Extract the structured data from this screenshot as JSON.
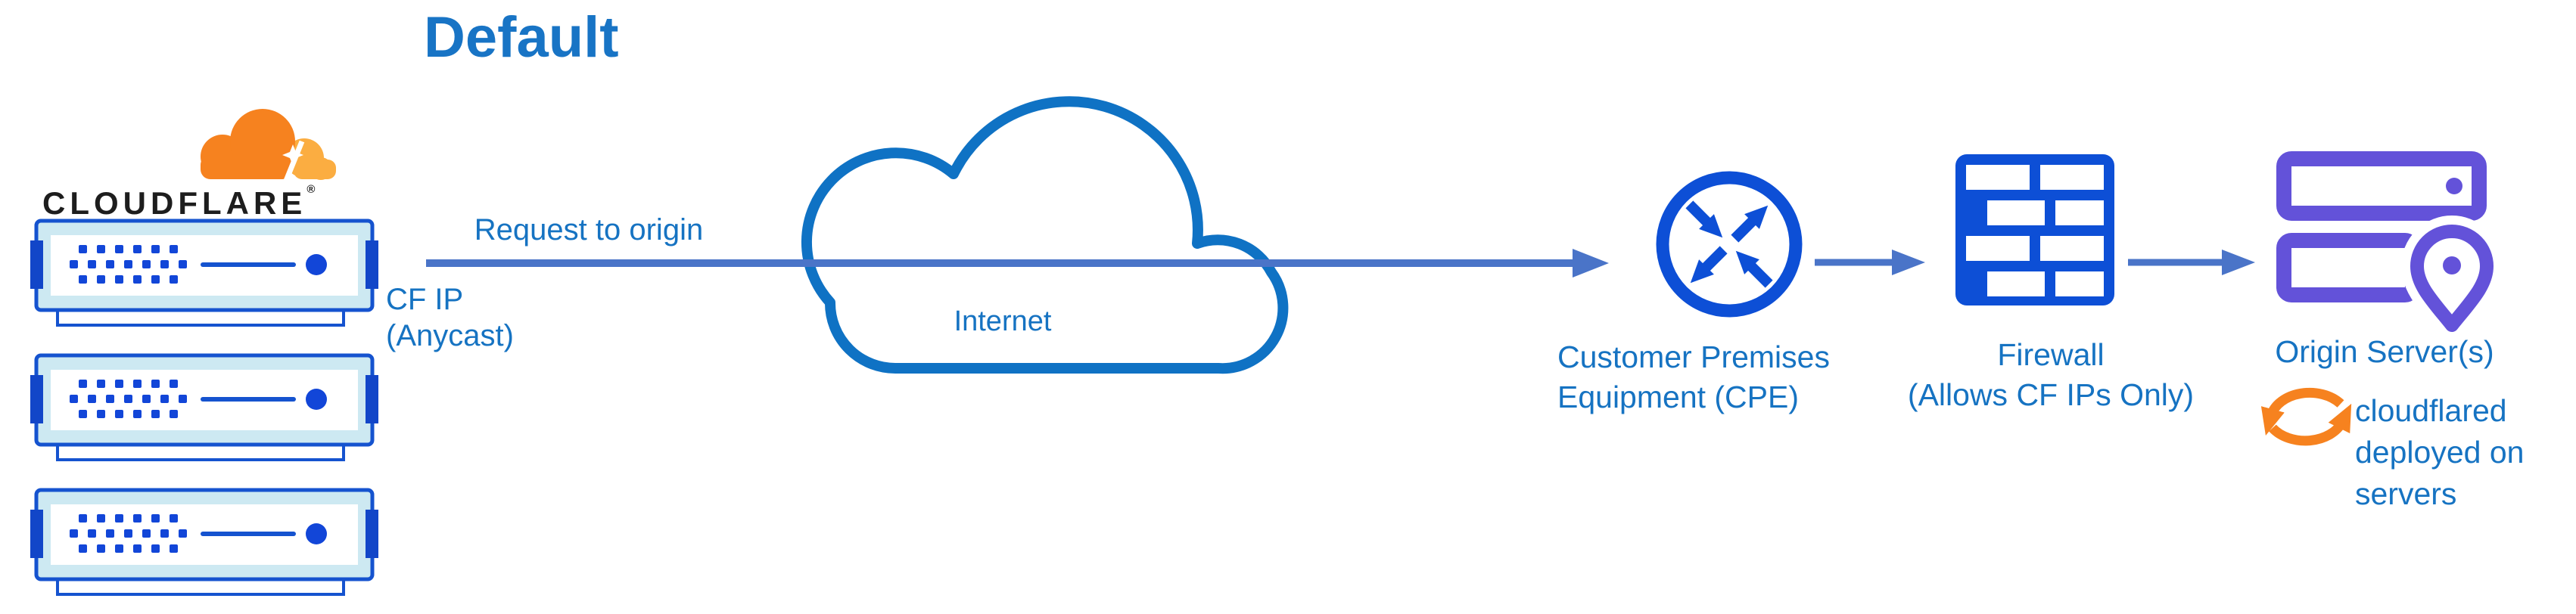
{
  "title": "Default",
  "logo": {
    "wordmark": "CLOUDFLARE",
    "registered": "®"
  },
  "flow": {
    "request_label": "Request to origin",
    "cf_ip_line1": "CF IP",
    "cf_ip_line2": "(Anycast)"
  },
  "nodes": {
    "cloudflare_edge": {
      "server_count": "3"
    },
    "internet": {
      "label": "Internet"
    },
    "cpe": {
      "label_line1": "Customer Premises",
      "label_line2": "Equipment (CPE)"
    },
    "firewall": {
      "label_line1": "Firewall",
      "label_line2": "(Allows CF IPs Only)"
    },
    "origin": {
      "label": "Origin Server(s)",
      "note_line1": "cloudflared",
      "note_line2": "deployed on",
      "note_line3": "servers"
    }
  },
  "icons": [
    "cloudflare-logo-cloud-icon",
    "edge-server-icon",
    "internet-cloud-icon",
    "router-icon",
    "firewall-brick-icon",
    "origin-servers-icon",
    "location-pin-icon",
    "sync-arrows-icon",
    "flow-arrow-icon"
  ],
  "colors": {
    "diagram_text_blue": "#1673C2",
    "title_blue": "#1874C5",
    "icon_blue": "#0D4FD6",
    "server_border_blue": "#1553CF",
    "server_tab_blue": "#1246C8",
    "server_fill_cyan": "#CDE9F2",
    "arrow_slate_blue": "#4A74C8",
    "cloud_outline_blue": "#0F72C4",
    "origin_purple": "#6352D9",
    "cloudflare_orange": "#F6821F",
    "cloudflare_orange_light": "#FBAD41",
    "wordmark_black": "#1D1D1D"
  }
}
